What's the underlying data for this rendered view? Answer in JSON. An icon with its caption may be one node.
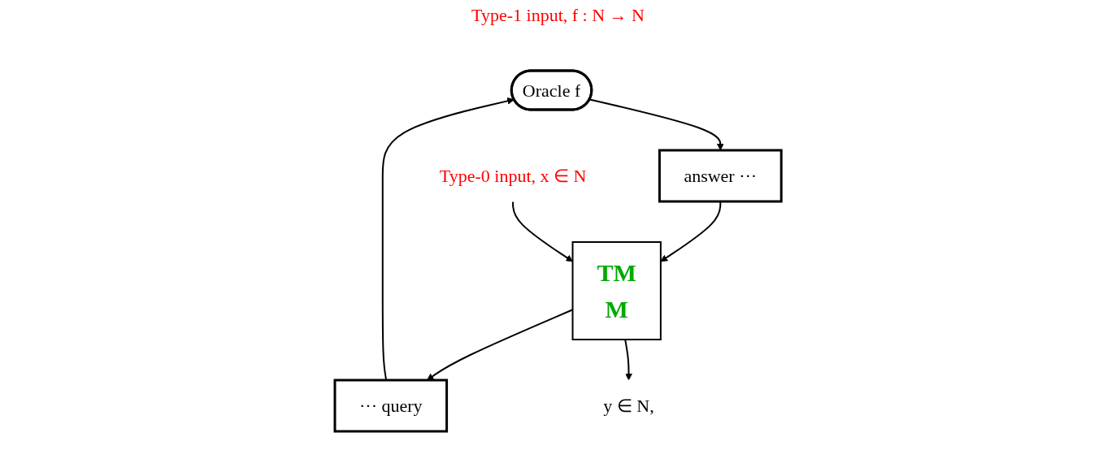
{
  "diagram": {
    "nodes": [
      {
        "text": [
          "Oracle f"
        ],
        "beside": [
          "Type-1 input, f : N → N"
        ]
      },
      {
        "text": [
          "··· query"
        ]
      },
      {
        "text": [
          "answer ···"
        ]
      },
      {
        "text": [
          "TM",
          "M"
        ]
      },
      {
        "text": [
          "Type-0 input, x ∈ N"
        ]
      },
      {
        "text": [
          "y ∈ N,"
        ]
      }
    ],
    "edges": [
      {
        "from": 1,
        "to": 0,
        "arrow": "to"
      },
      {
        "from": 0,
        "to": 2,
        "arrow": "to"
      },
      {
        "from": 3,
        "to": 1,
        "arrow": "to"
      },
      {
        "from": 2,
        "to": 3,
        "arrow": "to"
      },
      {
        "from": 4,
        "to": 3,
        "arrow": "to"
      },
      {
        "from": 3,
        "to": 5,
        "arrow": "to"
      }
    ]
  }
}
